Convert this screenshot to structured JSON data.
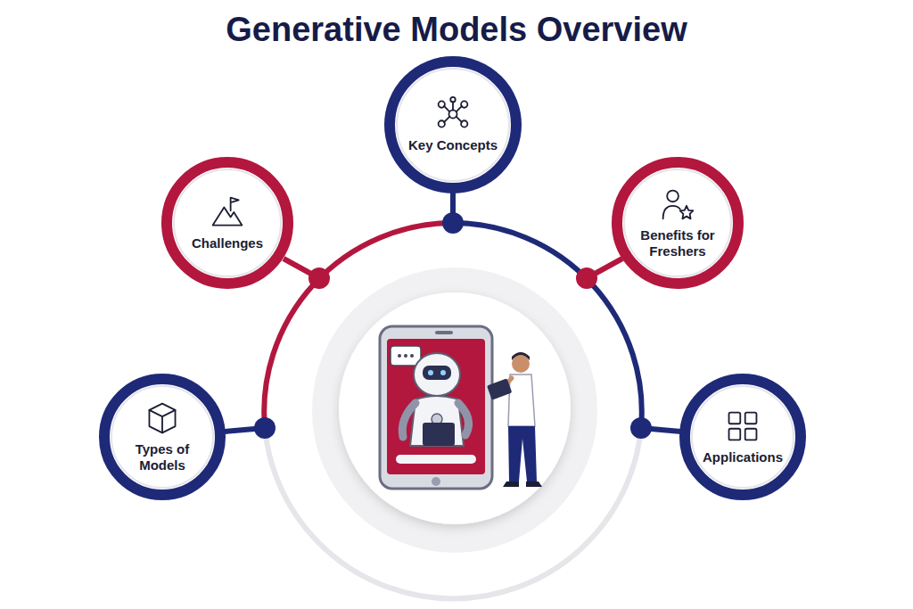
{
  "diagram": {
    "title": "Generative Models Overview",
    "nodes": [
      {
        "text": [
          "Key Concepts"
        ]
      },
      {
        "text": [
          "Challenges"
        ]
      },
      {
        "text": [
          "Benefits for Freshers"
        ]
      },
      {
        "text": [
          "Types of Models"
        ]
      },
      {
        "text": [
          "Applications"
        ]
      }
    ]
  }
}
